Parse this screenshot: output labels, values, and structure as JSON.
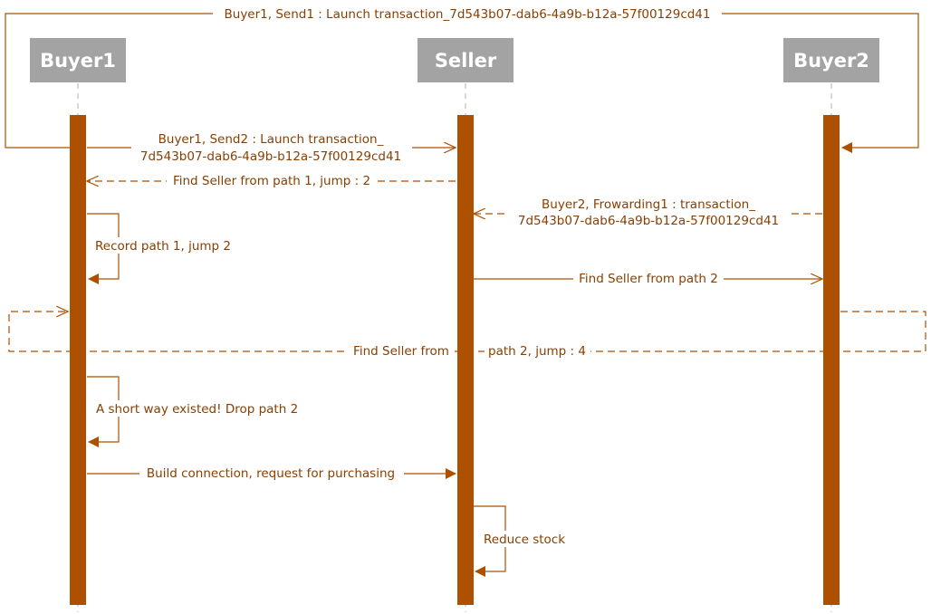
{
  "colors": {
    "actor_box": "#a3a3a3",
    "actor_text": "#ffffff",
    "activation": "#ad5000",
    "line": "#ad5000",
    "lifeline": "#b0b0b0",
    "label": "#8a3e00"
  },
  "actors": [
    {
      "id": "buyer1",
      "name": "Buyer1"
    },
    {
      "id": "seller",
      "name": "Seller"
    },
    {
      "id": "buyer2",
      "name": "Buyer2"
    }
  ],
  "messages": {
    "m1": {
      "label": "Buyer1, Send1 : Launch transaction_7d543b07-dab6-4a9b-b12a-57f00129cd41",
      "from": "buyer1",
      "to": "buyer2",
      "style": "solid"
    },
    "m2": {
      "label_line1": "Buyer1, Send2 : Launch transaction_",
      "label_line2": "7d543b07-dab6-4a9b-b12a-57f00129cd41",
      "from": "buyer1",
      "to": "seller",
      "style": "solid"
    },
    "m3": {
      "label": "Find Seller from path 1, jump : 2",
      "from": "seller",
      "to": "buyer1",
      "style": "dashed"
    },
    "m4": {
      "label_line1": "Buyer2, Frowarding1 : transaction_",
      "label_line2": "7d543b07-dab6-4a9b-b12a-57f00129cd41",
      "from": "buyer2",
      "to": "seller",
      "style": "dashed"
    },
    "m5": {
      "label": "Record path 1, jump 2",
      "from": "buyer1",
      "to": "buyer1",
      "style": "self"
    },
    "m6": {
      "label": "Find Seller from path 2",
      "from": "seller",
      "to": "buyer2",
      "style": "solid"
    },
    "m7": {
      "label_part1": "Find Seller from",
      "label_part2": "path 2, jump : 4",
      "from": "buyer2",
      "to": "buyer1",
      "style": "dashed"
    },
    "m8": {
      "label": "A short way existed! Drop path 2",
      "from": "buyer1",
      "to": "buyer1",
      "style": "self"
    },
    "m9": {
      "label": "Build connection, request for purchasing",
      "from": "buyer1",
      "to": "seller",
      "style": "solid"
    },
    "m10": {
      "label": "Reduce stock",
      "from": "seller",
      "to": "seller",
      "style": "self"
    }
  }
}
